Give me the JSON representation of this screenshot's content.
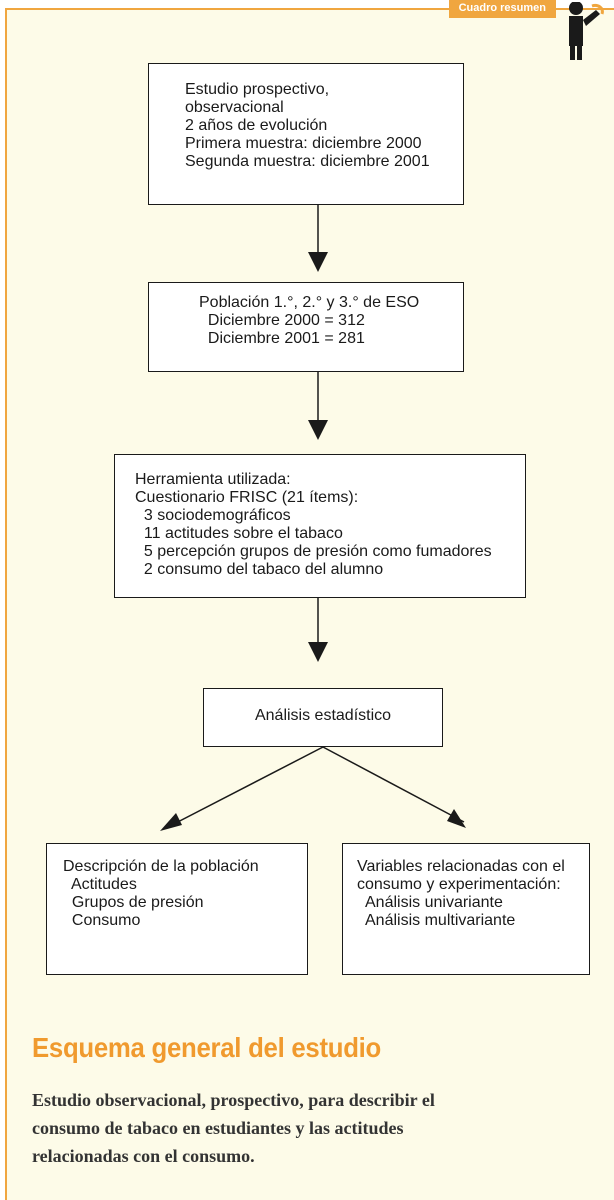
{
  "header": {
    "tag_label": "Cuadro resumen"
  },
  "flowchart": {
    "box_study": [
      "Estudio prospectivo,",
      "observacional",
      "2 años de evolución",
      "Primera muestra: diciembre 2000",
      "Segunda muestra: diciembre 2001"
    ],
    "box_population": [
      "Población 1.°, 2.° y 3.° de ESO",
      "  Diciembre 2000 = 312",
      "  Diciembre 2001 = 281"
    ],
    "box_tool": [
      "Herramienta utilizada:",
      "Cuestionario FRISC (21 ítems):",
      "  3 sociodemográficos",
      "  11 actitudes sobre el tabaco",
      "  5 percepción grupos de presión como fumadores",
      "  2 consumo del tabaco del alumno"
    ],
    "box_analysis": [
      "Análisis estadístico"
    ],
    "box_description": [
      "Descripción de la población",
      "  Actitudes",
      "  Grupos de presión",
      "  Consumo"
    ],
    "box_variables": [
      "Variables relacionadas con el",
      "consumo y experimentación:",
      "  Análisis univariante",
      "  Análisis multivariante"
    ]
  },
  "footer": {
    "title": "Esquema general del estudio",
    "summary": [
      "Estudio observacional, prospectivo, para describir el",
      "consumo de tabaco en estudiantes y las actitudes",
      "relacionadas con el consumo."
    ]
  },
  "colors": {
    "accent": "#f0a63f",
    "panel_background": "#fdfbe8",
    "text": "#1a1a1a"
  },
  "icons": {
    "corner_figure": "person-figure-icon"
  }
}
